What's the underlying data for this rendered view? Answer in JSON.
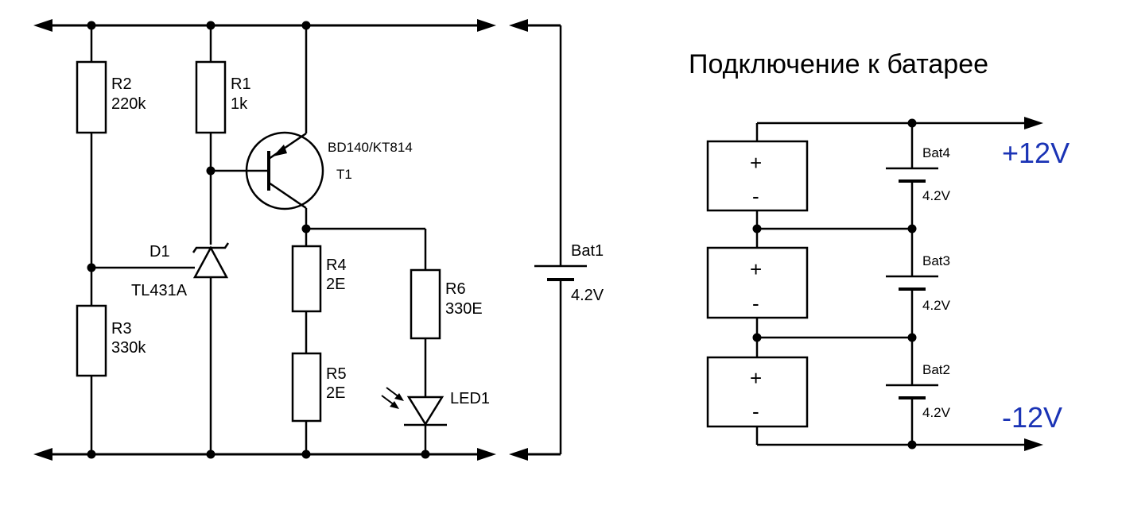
{
  "schematic": {
    "r2": {
      "name": "R2",
      "value": "220k"
    },
    "r1": {
      "name": "R1",
      "value": "1k"
    },
    "r3": {
      "name": "R3",
      "value": "330k"
    },
    "r4": {
      "name": "R4",
      "value": "2E"
    },
    "r5": {
      "name": "R5",
      "value": "2E"
    },
    "r6": {
      "name": "R6",
      "value": "330E"
    },
    "t1": {
      "part": "BD140/KT814",
      "name": "T1"
    },
    "d1": {
      "name": "D1",
      "part": "TL431A"
    },
    "led1": {
      "name": "LED1"
    },
    "bat1": {
      "name": "Bat1",
      "value": "4.2V"
    }
  },
  "battery_connection": {
    "title": "Подключение к батарее",
    "plus_label": "+12V",
    "minus_label": "-12V",
    "cells": [
      {
        "plus": "+",
        "minus": "-"
      },
      {
        "plus": "+",
        "minus": "-"
      },
      {
        "plus": "+",
        "minus": "-"
      }
    ],
    "batteries": [
      {
        "name": "Bat4",
        "value": "4.2V"
      },
      {
        "name": "Bat3",
        "value": "4.2V"
      },
      {
        "name": "Bat2",
        "value": "4.2V"
      }
    ]
  },
  "colors": {
    "voltage_label": "#1a33b5",
    "line": "#000000"
  }
}
